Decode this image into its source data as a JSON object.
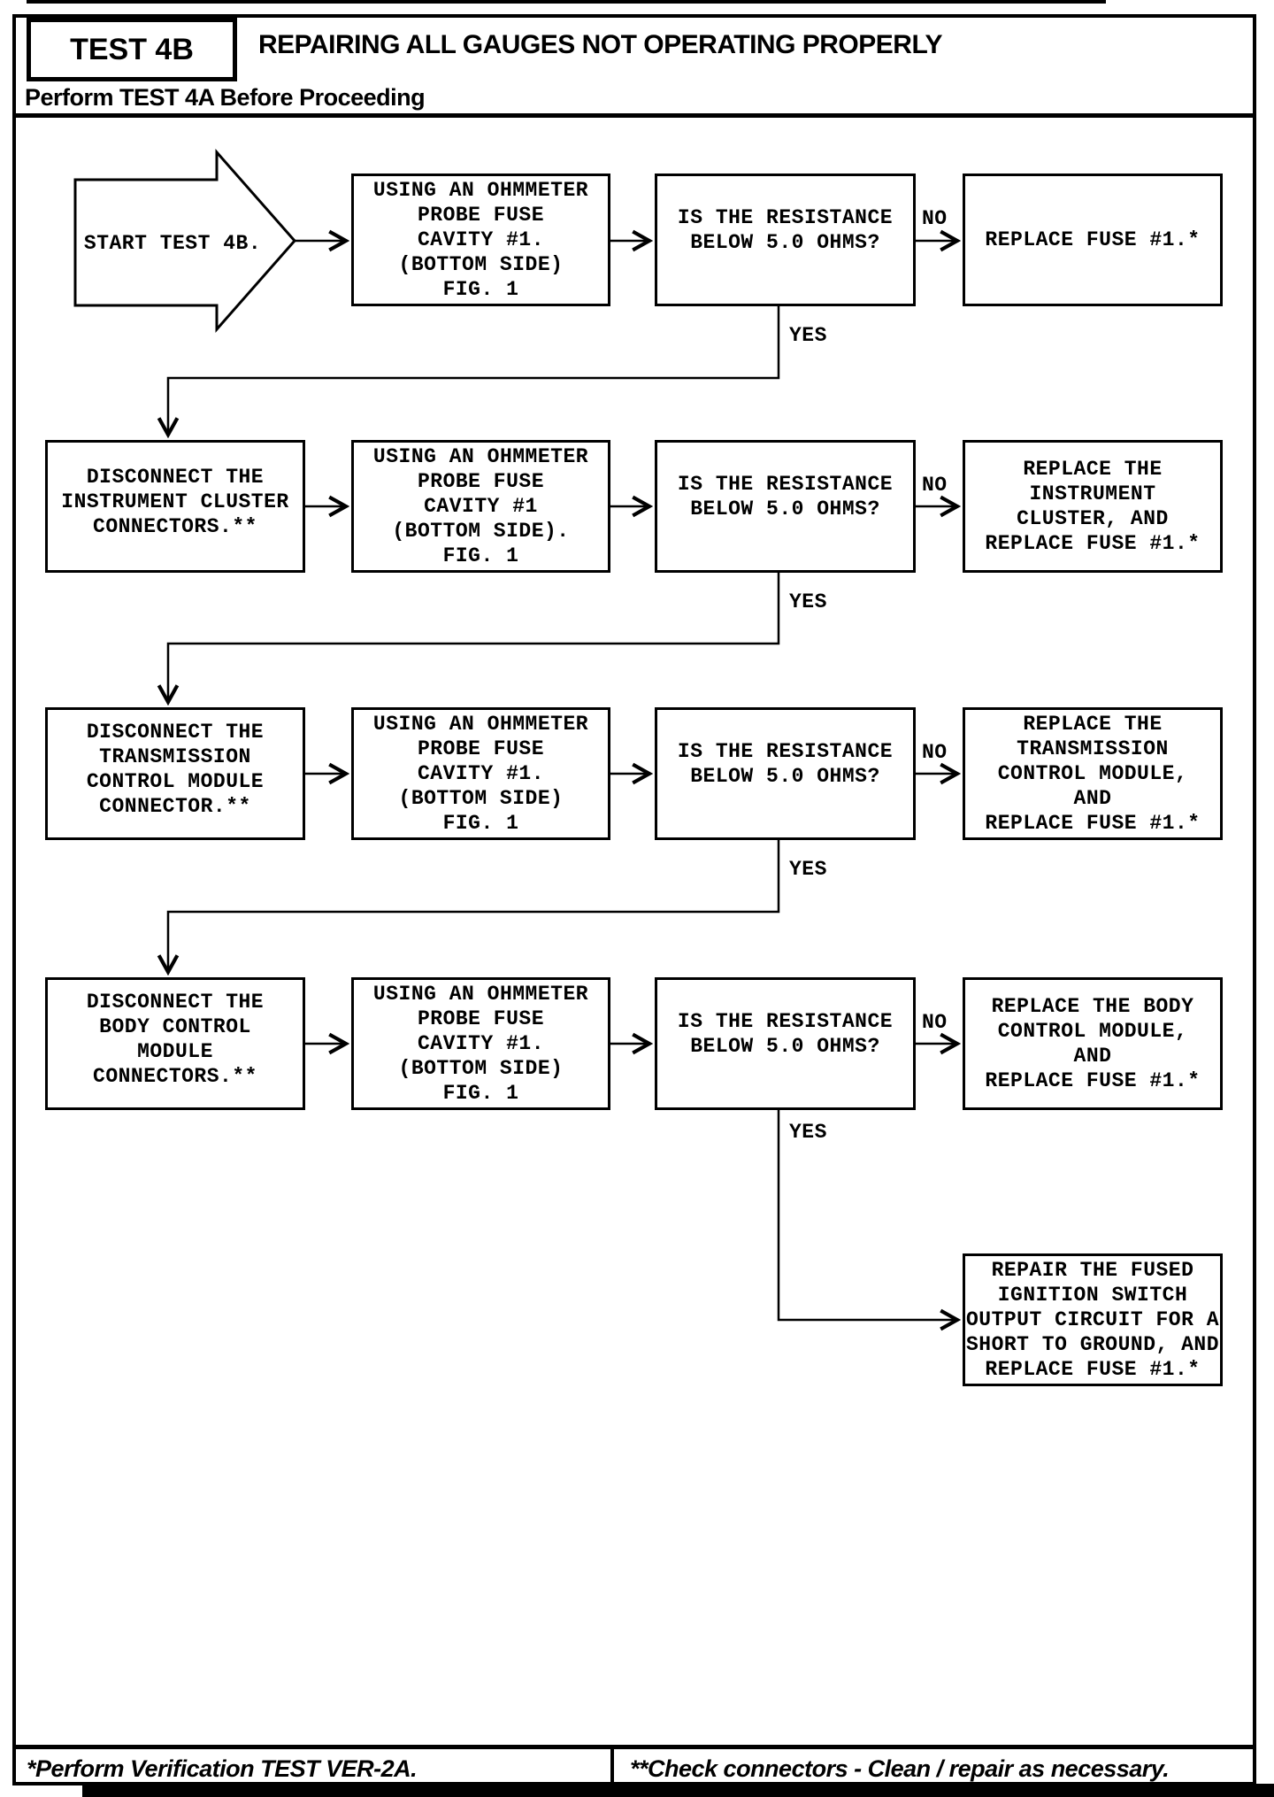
{
  "header": {
    "test_label": "TEST 4B",
    "title": "REPAIRING ALL GAUGES NOT OPERATING PROPERLY",
    "subtitle": "Perform TEST 4A Before Proceeding"
  },
  "start": {
    "label": "START TEST 4B."
  },
  "labels": {
    "yes": "YES",
    "no": "NO"
  },
  "rows": [
    {
      "probe": "USING AN OHMMETER\nPROBE FUSE\nCAVITY #1.\n(BOTTOM SIDE)\nFIG. 1",
      "decision": "IS THE RESISTANCE\nBELOW 5.0 OHMS?",
      "no_action": "REPLACE FUSE #1.*"
    },
    {
      "disconnect": "DISCONNECT THE\nINSTRUMENT CLUSTER\nCONNECTORS.**",
      "probe": "USING AN OHMMETER\nPROBE FUSE\nCAVITY #1\n(BOTTOM SIDE).\nFIG. 1",
      "decision": "IS THE RESISTANCE\nBELOW 5.0 OHMS?",
      "no_action": "REPLACE THE\nINSTRUMENT\nCLUSTER, AND\nREPLACE FUSE #1.*"
    },
    {
      "disconnect": "DISCONNECT THE\nTRANSMISSION\nCONTROL MODULE\nCONNECTOR.**",
      "probe": "USING AN OHMMETER\nPROBE FUSE\nCAVITY #1.\n(BOTTOM SIDE)\nFIG. 1",
      "decision": "IS THE RESISTANCE\nBELOW 5.0 OHMS?",
      "no_action": "REPLACE THE\nTRANSMISSION\nCONTROL MODULE,\nAND\nREPLACE FUSE #1.*"
    },
    {
      "disconnect": "DISCONNECT THE\nBODY CONTROL\nMODULE\nCONNECTORS.**",
      "probe": "USING AN OHMMETER\nPROBE FUSE\nCAVITY #1.\n(BOTTOM SIDE)\nFIG. 1",
      "decision": "IS THE RESISTANCE\nBELOW 5.0 OHMS?",
      "no_action": "REPLACE THE BODY\nCONTROL MODULE,\nAND\nREPLACE FUSE #1.*"
    }
  ],
  "final_action": "REPAIR THE FUSED\nIGNITION SWITCH\nOUTPUT CIRCUIT FOR A\nSHORT TO GROUND, AND\nREPLACE FUSE #1.*",
  "footer": {
    "note_left": "*Perform Verification TEST VER-2A.",
    "note_right": "**Check connectors - Clean / repair as necessary."
  }
}
